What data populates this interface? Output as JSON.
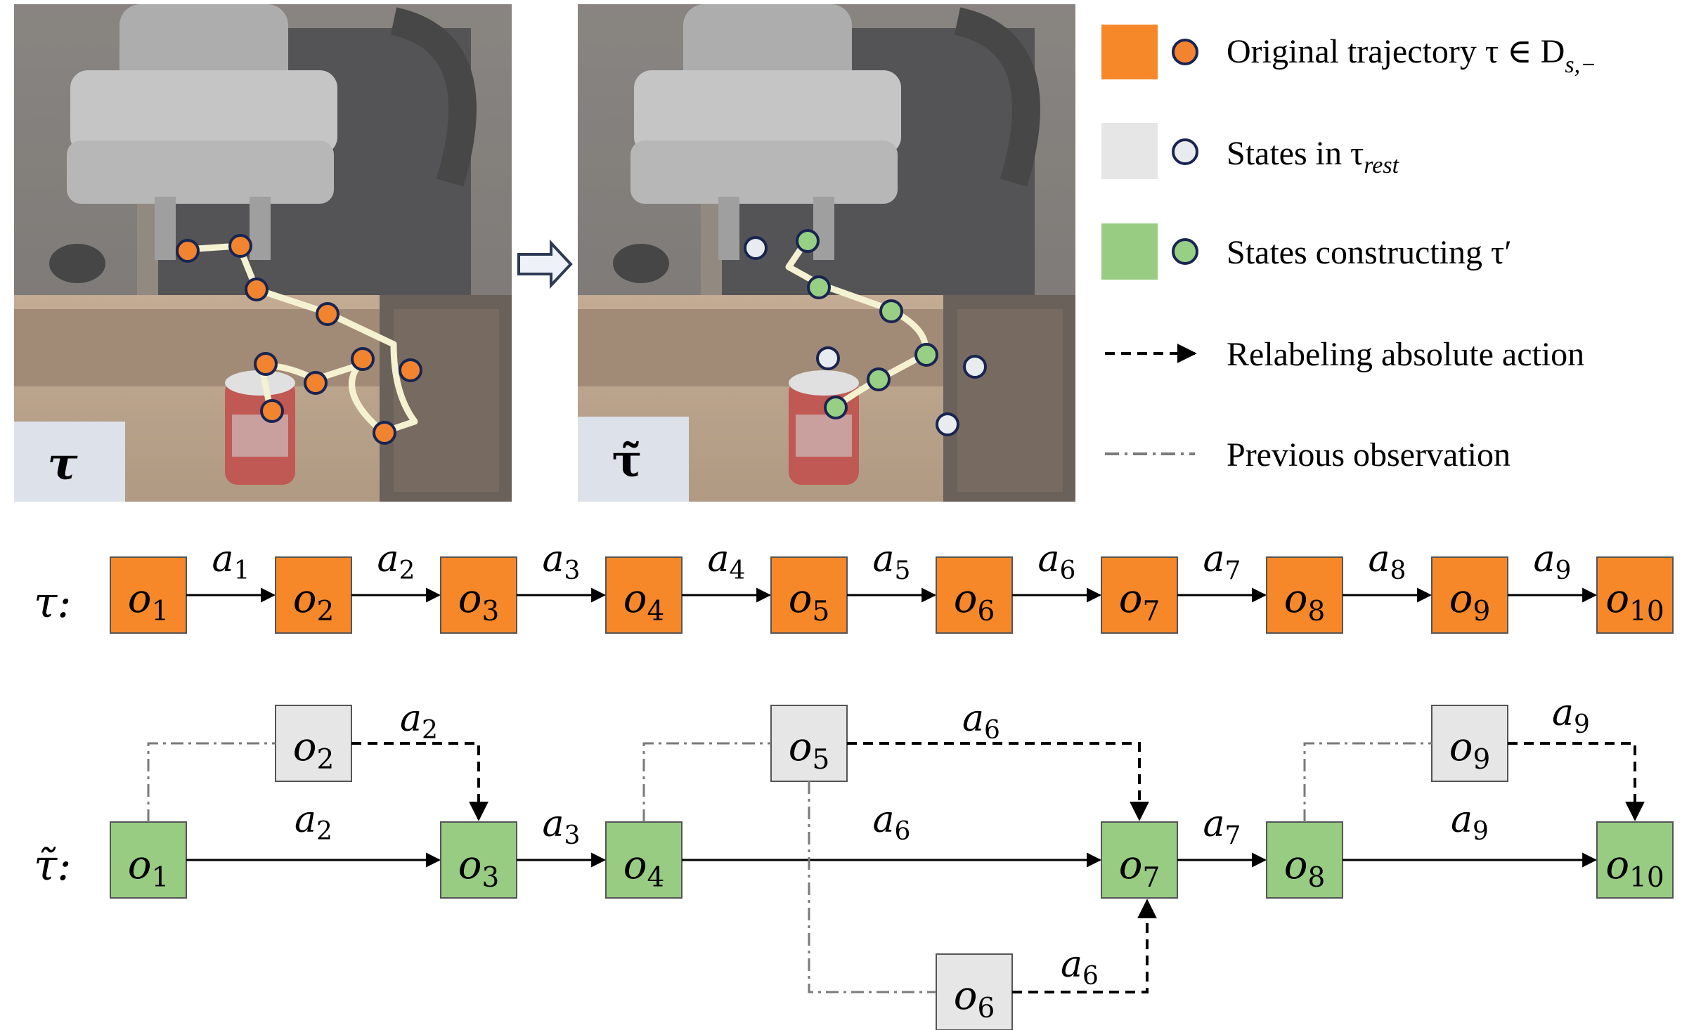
{
  "panels": {
    "left_label": "τ",
    "right_label": "τ̃"
  },
  "legend": {
    "original": {
      "main": "Original trajectory τ ∈ D",
      "sub": "s,−",
      "square_color": "#f6882a",
      "dot_color": "#f28430"
    },
    "rest": {
      "main": "States in τ",
      "sub": "rest",
      "square_color": "#e6e6e6",
      "dot_color": "#e9ecef"
    },
    "constructing": {
      "main": "States constructing τ′",
      "square_color": "#98cc82",
      "dot_color": "#97cf84"
    },
    "relabel": "Relabeling absolute action",
    "previous": "Previous observation"
  },
  "row1": {
    "label": "τ:",
    "nodes": [
      {
        "base": "o",
        "sub": "1"
      },
      {
        "base": "o",
        "sub": "2"
      },
      {
        "base": "o",
        "sub": "3"
      },
      {
        "base": "o",
        "sub": "4"
      },
      {
        "base": "o",
        "sub": "5"
      },
      {
        "base": "o",
        "sub": "6"
      },
      {
        "base": "o",
        "sub": "7"
      },
      {
        "base": "o",
        "sub": "8"
      },
      {
        "base": "o",
        "sub": "9"
      },
      {
        "base": "o",
        "sub": "10"
      }
    ],
    "actions": [
      {
        "base": "a",
        "sub": "1"
      },
      {
        "base": "a",
        "sub": "2"
      },
      {
        "base": "a",
        "sub": "3"
      },
      {
        "base": "a",
        "sub": "4"
      },
      {
        "base": "a",
        "sub": "5"
      },
      {
        "base": "a",
        "sub": "6"
      },
      {
        "base": "a",
        "sub": "7"
      },
      {
        "base": "a",
        "sub": "8"
      },
      {
        "base": "a",
        "sub": "9"
      }
    ]
  },
  "row2": {
    "label": "τ̃:",
    "main_nodes": [
      {
        "base": "o",
        "sub": "1"
      },
      {
        "base": "o",
        "sub": "3"
      },
      {
        "base": "o",
        "sub": "4"
      },
      {
        "base": "o",
        "sub": "7"
      },
      {
        "base": "o",
        "sub": "8"
      },
      {
        "base": "o",
        "sub": "10"
      }
    ],
    "rest_nodes": [
      {
        "base": "o",
        "sub": "2"
      },
      {
        "base": "o",
        "sub": "5"
      },
      {
        "base": "o",
        "sub": "9"
      },
      {
        "base": "o",
        "sub": "6"
      }
    ],
    "main_actions": [
      {
        "base": "a",
        "sub": "2"
      },
      {
        "base": "a",
        "sub": "3"
      },
      {
        "base": "a",
        "sub": "6"
      },
      {
        "base": "a",
        "sub": "7"
      },
      {
        "base": "a",
        "sub": "9"
      }
    ],
    "relabel_actions": [
      {
        "base": "a",
        "sub": "2"
      },
      {
        "base": "a",
        "sub": "6"
      },
      {
        "base": "a",
        "sub": "9"
      },
      {
        "base": "a",
        "sub": "6"
      }
    ]
  },
  "colors": {
    "orange": "#f6882a",
    "green": "#98cc82",
    "gray": "#e6e6e6",
    "border": "#555555"
  }
}
